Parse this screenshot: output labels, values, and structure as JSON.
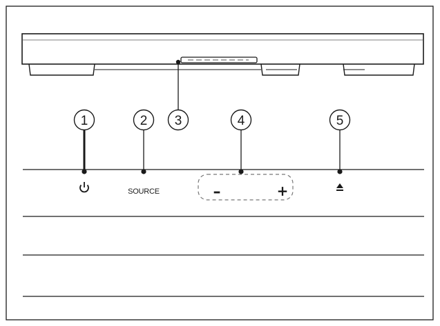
{
  "callouts": [
    "1",
    "2",
    "3",
    "4",
    "5"
  ],
  "labels": {
    "power_symbol": "⏻",
    "source": "SOURCE",
    "volume_minus": "–",
    "volume_plus": "+",
    "eject_symbol": "⏏"
  },
  "colors": {
    "line": "#1a1a1a",
    "background": "#ffffff"
  }
}
